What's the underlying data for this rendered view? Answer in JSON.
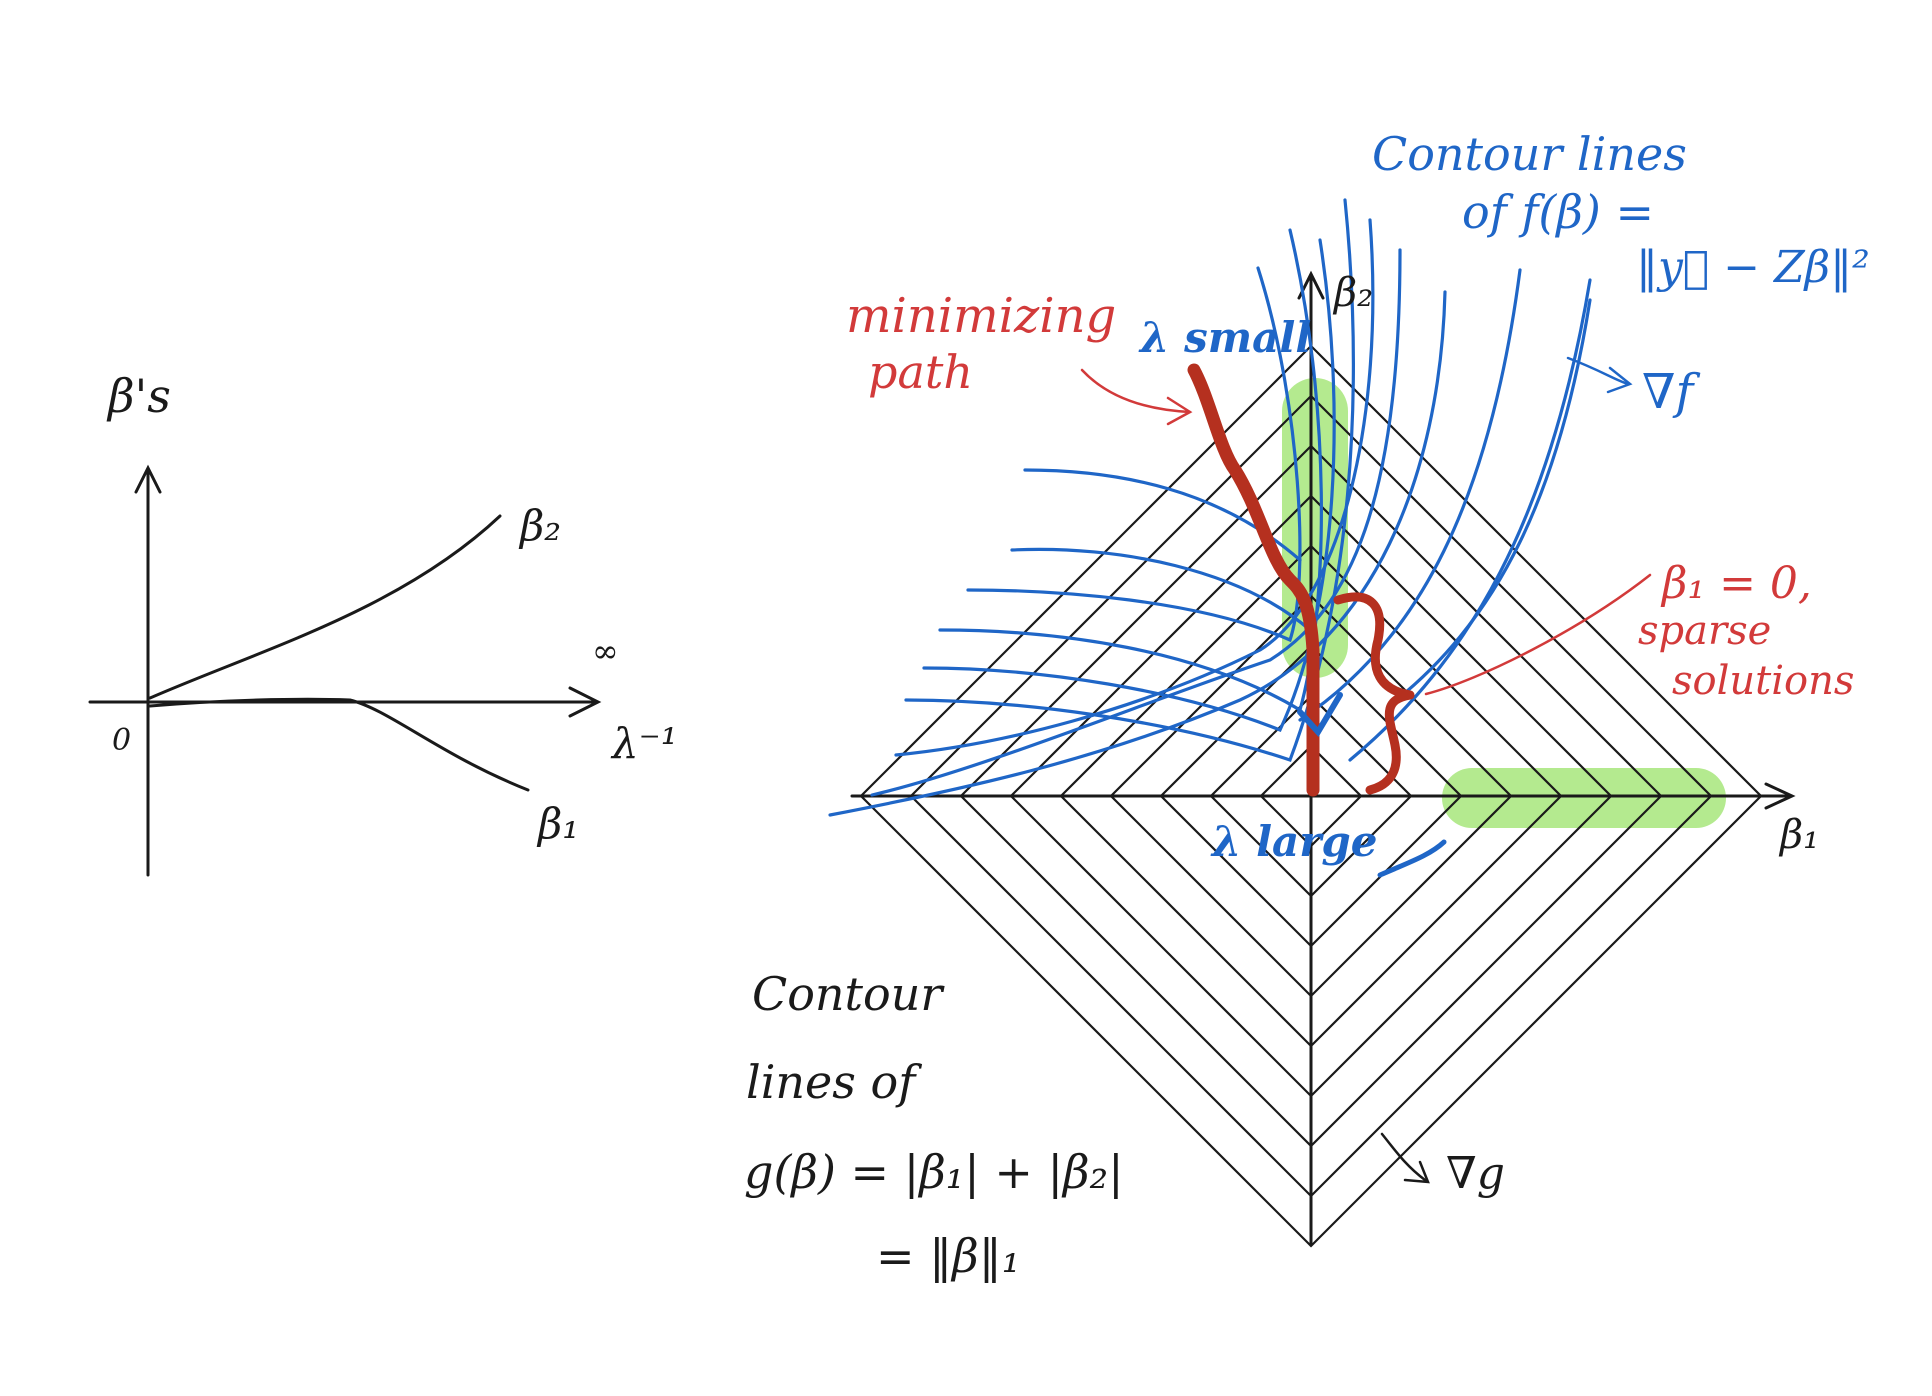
{
  "left_plot": {
    "y_label": "β's",
    "x_label": "λ⁻¹",
    "origin_label": "0",
    "infinity_label": "∞",
    "curves": [
      {
        "name_label": "β₂"
      },
      {
        "name_label": "β₁"
      }
    ]
  },
  "right_plot": {
    "axis_x_label": "β₁",
    "axis_y_label": "β₂",
    "f_contour_title": [
      "Contour lines",
      "of f(β) =",
      "‖y⃗ − Zβ‖²"
    ],
    "grad_f_label": "∇f",
    "g_contour_title": [
      "Contour",
      "lines of",
      "g(β) = |β₁| + |β₂|",
      "= ‖β‖₁"
    ],
    "grad_g_label": "∇g",
    "minimizing_path_label": [
      "minimizing",
      "path"
    ],
    "lambda_small_label": "λ small",
    "lambda_large_label": "λ large",
    "sparse_label": [
      "β₁ = 0,",
      "sparse",
      "solutions"
    ]
  },
  "colors": {
    "ink": "#1a1a1a",
    "red": "#d23a3a",
    "blue": "#1f66c7",
    "highlight": "#9be36a"
  }
}
